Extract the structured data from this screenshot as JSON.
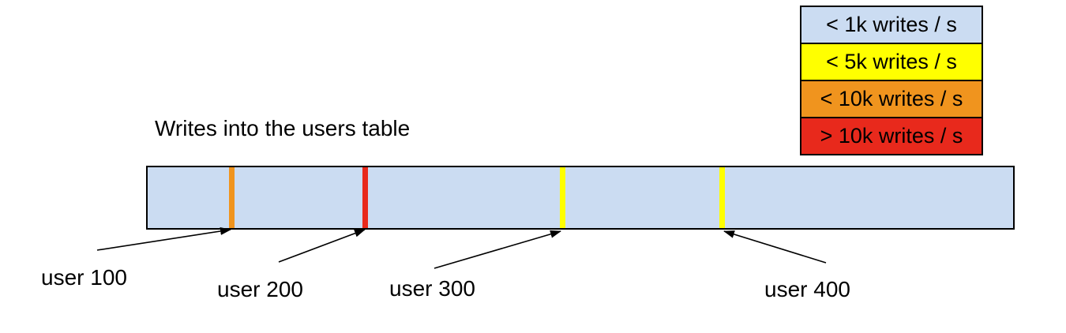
{
  "title": "Writes into the users table",
  "legend": {
    "items": [
      {
        "label": "< 1k writes / s",
        "color": "#cbdcf2"
      },
      {
        "label": "< 5k writes / s",
        "color": "#ffff00"
      },
      {
        "label": "< 10k writes / s",
        "color": "#f0941e"
      },
      {
        "label": "> 10k writes / s",
        "color": "#e8291c"
      }
    ]
  },
  "bar": {
    "fill": "#cbdcf2",
    "border_color": "#000000",
    "markers": [
      {
        "label": "user 100",
        "color": "#f0941e",
        "position_pct": 9.7
      },
      {
        "label": "user 200",
        "color": "#e8291c",
        "position_pct": 25.1
      },
      {
        "label": "user 300",
        "color": "#ffff00",
        "position_pct": 47.9
      },
      {
        "label": "user 400",
        "color": "#ffff00",
        "position_pct": 66.4
      }
    ]
  }
}
